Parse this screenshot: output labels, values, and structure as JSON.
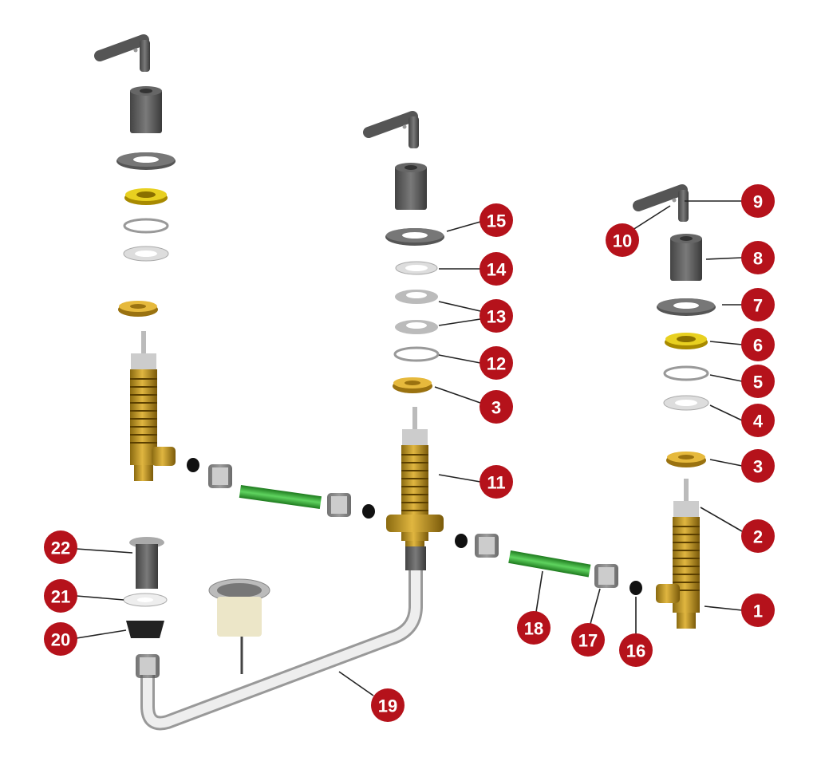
{
  "diagram": {
    "type": "exploded-parts-view",
    "badge_color": "#b5121b",
    "callouts": [
      "9",
      "10",
      "8",
      "7",
      "6",
      "5",
      "4",
      "3",
      "2",
      "1",
      "15",
      "14",
      "13",
      "12",
      "3",
      "11",
      "18",
      "17",
      "16",
      "19",
      "22",
      "21",
      "20"
    ]
  }
}
